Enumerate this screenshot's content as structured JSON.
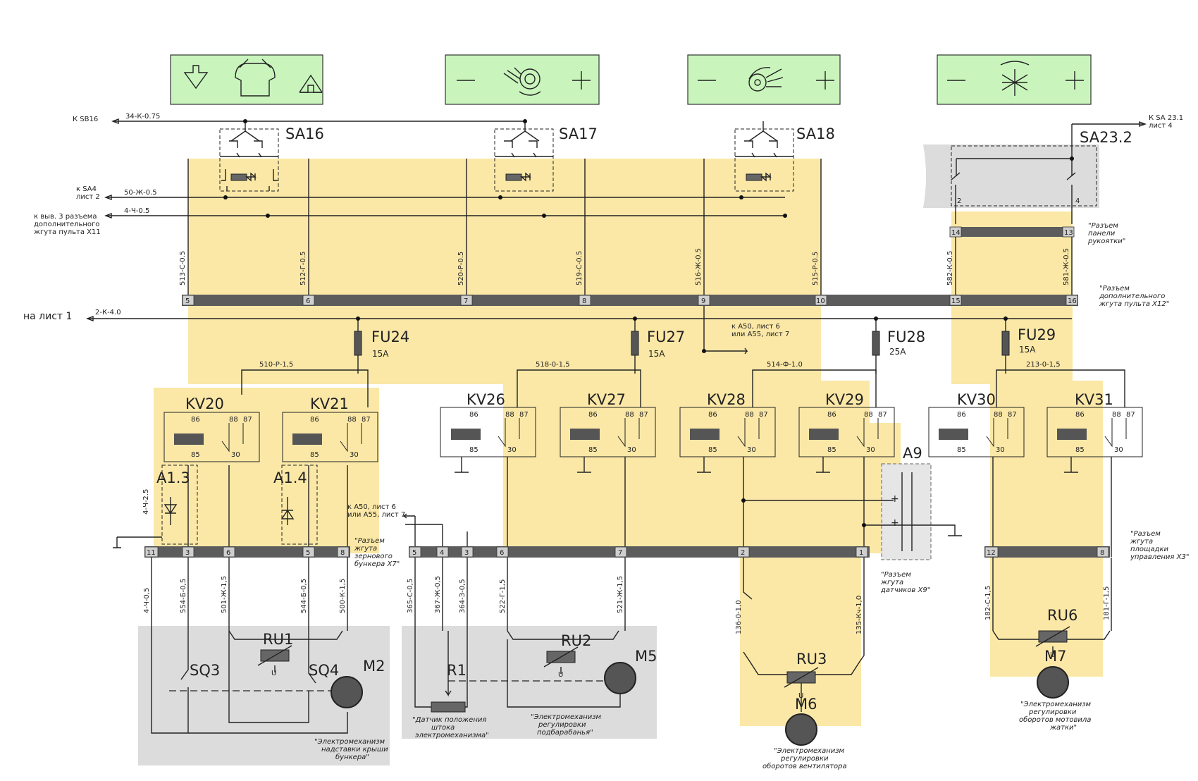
{
  "panel_icons": [
    {
      "name": "bunker-roof-icon",
      "left": "down-arrow",
      "right": "up-arrow"
    },
    {
      "name": "threshing-drum-icon",
      "left": "minus",
      "right": "plus"
    },
    {
      "name": "fan-icon",
      "left": "minus",
      "right": "plus"
    },
    {
      "name": "reel-icon",
      "left": "minus",
      "right": "plus"
    }
  ],
  "switches": {
    "sa16": "SA16",
    "sa17": "SA17",
    "sa18": "SA18",
    "sa23": "SA23.2"
  },
  "left_refs": {
    "sb16": "К SB16",
    "sb16_wire": "34-К-0.75",
    "sa4_l1": "к SA4",
    "sa4_l2": "лист 2",
    "sa4_wire": "50-Ж-0.5",
    "x11_l1": "к выв. 3 разъема",
    "x11_l2": "дополнительного",
    "x11_l3": "жгута пульта X11",
    "x11_wire": "4-Ч-0.5",
    "sheet1": "на лист 1",
    "sheet1_wire": "2-К-4.0"
  },
  "right_refs": {
    "sa231_l1": "К SA 23.1",
    "sa231_l2": "лист 4",
    "x_panel_l1": "\"Разъем",
    "x_panel_l2": "панели",
    "x_panel_l3": "рукоятки\"",
    "x12_l1": "\"Разъем",
    "x12_l2": "дополнительного",
    "x12_l3": "жгута пульта X12\"",
    "x3_l1": "\"Разъем",
    "x3_l2": "жгута",
    "x3_l3": "площадки",
    "x3_l4": "управления X3\""
  },
  "vertical_wires": {
    "w513": "513-С-0.5",
    "w512": "512-Г-0.5",
    "w520": "520-Р-0.5",
    "w519": "519-С-0.5",
    "w516": "516-Ж-0.5",
    "w515": "515-Р-0.5",
    "w582": "582-К-0.5",
    "w581": "581-Ж-0.5"
  },
  "x12_pins": [
    "5",
    "6",
    "7",
    "8",
    "9",
    "10",
    "15",
    "16"
  ],
  "panel_pins": [
    "14",
    "13"
  ],
  "sa23_pins": [
    "2",
    "4"
  ],
  "fuses": [
    {
      "name": "FU24",
      "rating": "15A"
    },
    {
      "name": "FU27",
      "rating": "15A"
    },
    {
      "name": "FU28",
      "rating": "25A"
    },
    {
      "name": "FU29",
      "rating": "15A"
    }
  ],
  "wires": {
    "w510": "510-Р-1,5",
    "w518": "518-0-1,5",
    "w514": "514-Ф-1.0",
    "w213": "213-0-1,5",
    "a50_l1": "к А50, лист 6",
    "a50_l2": "или А55, лист 7",
    "w44": "4-Ч-2.5"
  },
  "relays": [
    "KV20",
    "KV21",
    "KV26",
    "KV27",
    "KV28",
    "KV29",
    "KV30",
    "KV31"
  ],
  "relay_pins": {
    "p86": "86",
    "p88": "88",
    "p87": "87",
    "p85": "85",
    "p30": "30"
  },
  "modules": {
    "a13": "А1.3",
    "a14": "А1.4",
    "a9": "А9"
  },
  "x7": {
    "pins": [
      "11",
      "3",
      "6",
      "5",
      "8"
    ],
    "label_l1": "\"Разъем",
    "label_l2": "жгута",
    "label_l3": "зернового",
    "label_l4": "бункера X7\""
  },
  "mid_pins": [
    "5",
    "4",
    "3",
    "6",
    "7",
    "2",
    "1"
  ],
  "x9": {
    "l1": "\"Разъем",
    "l2": "жгута",
    "l3": "датчиков X9\""
  },
  "x3_pins": [
    "12",
    "8"
  ],
  "bottom_wires": {
    "b1": "4-Ч-0,5",
    "b2": "554-Б-0,5",
    "b3": "501-Ж-1,5",
    "b4": "544-Б-0,5",
    "b5": "500-К-1,5",
    "b6": "365-С-0,5",
    "b7": "367-Ж-0,5",
    "b8": "364-З-0,5",
    "b9": "522-Г-1,5",
    "b10": "521-Ж-1,5",
    "b11": "136-0-1,0",
    "b12": "135-Кч-1,0",
    "b13": "182-С-1,5",
    "b14": "181-Г-1,5"
  },
  "components": {
    "sq3": "SQ3",
    "sq4": "SQ4",
    "m2": "M2",
    "ru1": "RU1",
    "ru2": "RU2",
    "m5": "M5",
    "r1": "R1",
    "ru3": "RU3",
    "m6": "M6",
    "ru6": "RU6",
    "m7": "M7",
    "u": "U"
  },
  "captions": {
    "m2_l1": "\"Электромеханизм",
    "m2_l2": "надставки крыши",
    "m2_l3": "бункера\"",
    "r1_l1": "\"Датчик положения",
    "r1_l2": "штока",
    "r1_l3": "электромеханизма\"",
    "m5_l1": "\"Электромеханизм",
    "m5_l2": "регулировки",
    "m5_l3": "подбарабанья\"",
    "m6_l1": "\"Электромеханизм",
    "m6_l2": "регулировки",
    "m6_l3": "оборотов вентилятора",
    "m7_l1": "\"Электромеханизм",
    "m7_l2": "регулировки",
    "m7_l3": "оборотов мотовила",
    "m7_l4": "жатки\""
  },
  "colors": {
    "harness": "#fbe8a7",
    "external": "#dcdcdc",
    "panel": "#c9f5bd",
    "connector": "#5c5c5c"
  }
}
